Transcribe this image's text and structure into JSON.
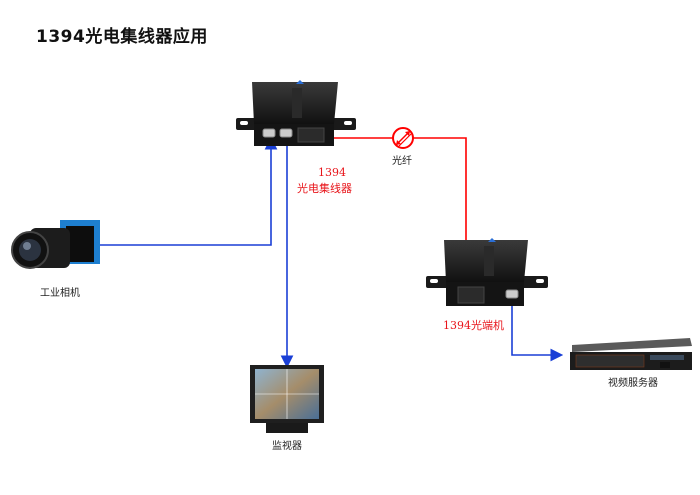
{
  "title": "1394光电集线器应用",
  "colors": {
    "fiber": "#ff0000",
    "copper": "#1a3fd6",
    "device": "#1b1b1b",
    "camera_body": "#1e7fd0"
  },
  "nodes": {
    "hub": {
      "label_line1": "1394",
      "label_line2": "光电集线器",
      "icon": "fiber-hub-icon"
    },
    "fiber": {
      "label": "光纤",
      "icon": "fiber-link-icon"
    },
    "camera": {
      "label": "工业相机",
      "icon": "industrial-camera-icon"
    },
    "converter": {
      "label": "1394光端机",
      "icon": "optical-transceiver-icon"
    },
    "server": {
      "label": "视频服务器",
      "icon": "rack-server-icon"
    },
    "monitor": {
      "label": "监视器",
      "icon": "monitor-icon"
    }
  }
}
